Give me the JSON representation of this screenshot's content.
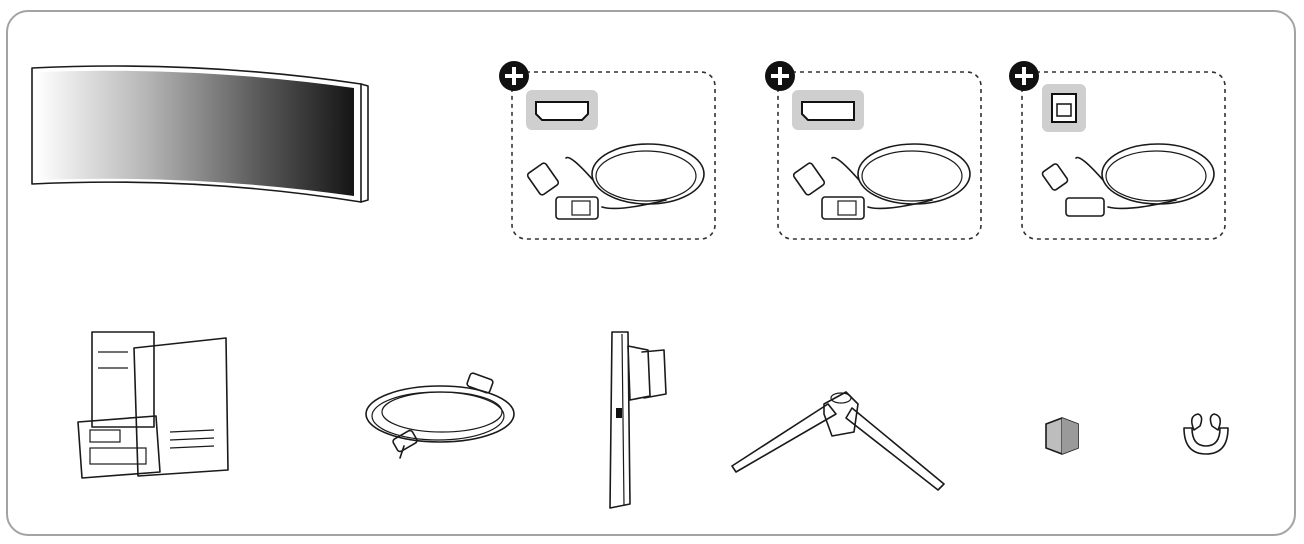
{
  "components": [
    {
      "name": "curved-monitor",
      "icon": "curved-monitor-icon"
    },
    {
      "name": "hdmi-cable",
      "icon": "hdmi-cable-icon",
      "optional_marker": "plus-icon",
      "connector": "hdmi-port-icon"
    },
    {
      "name": "displayport-cable",
      "icon": "displayport-cable-icon",
      "optional_marker": "plus-icon",
      "connector": "displayport-port-icon"
    },
    {
      "name": "usb-upstream-cable",
      "icon": "usb-cable-icon",
      "optional_marker": "plus-icon",
      "connector": "usb-b-port-icon"
    },
    {
      "name": "documents",
      "icon": "documents-icon"
    },
    {
      "name": "power-cord",
      "icon": "power-cord-icon"
    },
    {
      "name": "stand-column",
      "icon": "stand-column-icon"
    },
    {
      "name": "stand-base",
      "icon": "stand-base-icon"
    },
    {
      "name": "cover-piece",
      "icon": "cover-icon"
    },
    {
      "name": "cable-holder",
      "icon": "cable-holder-icon"
    }
  ],
  "colors": {
    "frame": "#a3a3a3",
    "line": "#1a1a1a",
    "connector_bg": "#cfcfcf"
  }
}
